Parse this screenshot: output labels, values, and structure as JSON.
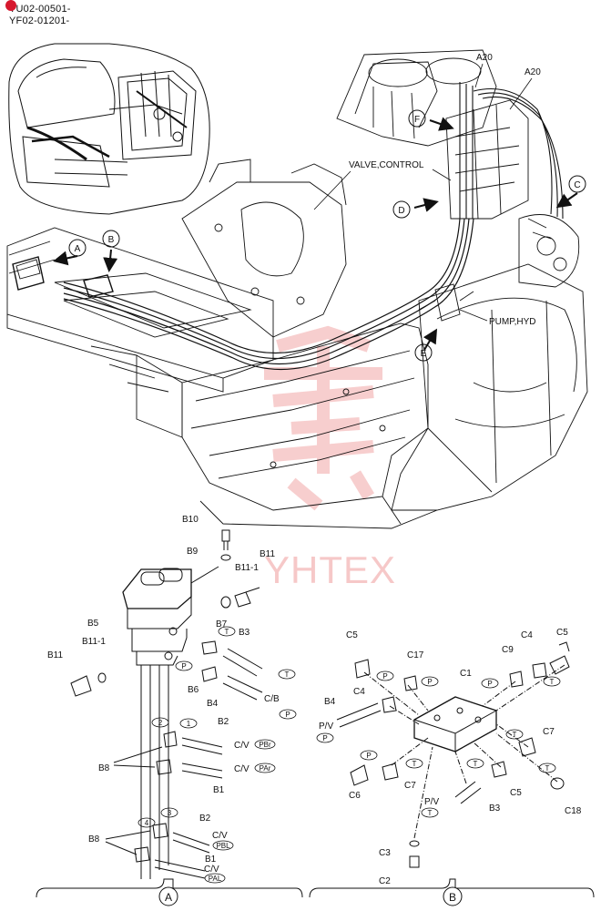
{
  "header": {
    "line1": "YU02-00501-",
    "line2": "YF02-01201-"
  },
  "overview": {
    "labels": {
      "a20_left": "A20",
      "a20_right": "A20",
      "valve_control": "VALVE,CONTROL",
      "pump_hyd": "PUMP,HYD"
    },
    "callouts": [
      "A",
      "B",
      "C",
      "D",
      "E",
      "F"
    ]
  },
  "detail_a": {
    "parts": {
      "b10": "B10",
      "b9": "B9",
      "b11_top": "B11",
      "b11_1_top": "B11-1",
      "b5": "B5",
      "b7": "B7",
      "b3": "B3",
      "b11_left": "B11",
      "b11_1_left": "B11-1",
      "b6": "B6",
      "b4": "B4",
      "cb": "C/B",
      "b2_top": "B2",
      "b8_top": "B8",
      "b1_top": "B1",
      "cv_pbr": "C/V",
      "cv_par": "C/V",
      "b8_bottom": "B8",
      "b2_bottom": "B2",
      "cv_pbl": "C/V",
      "b1_bottom": "B1",
      "cv_pal": "C/V"
    },
    "ports": {
      "t1": "T",
      "p1": "P",
      "t2": "T",
      "p2": "P",
      "pbr": "PBr",
      "par": "PAr",
      "pbl": "PBL",
      "pal": "PAL"
    },
    "port_numbers": [
      "2",
      "1",
      "4",
      "3"
    ],
    "section_letter": "A"
  },
  "detail_b": {
    "parts": {
      "c5_tl": "C5",
      "c17": "C17",
      "c1": "C1",
      "c9": "C9",
      "c4_tr": "C4",
      "c5_tr": "C5",
      "c4_left": "C4",
      "b4": "B4",
      "pv_left": "P/V",
      "c7_right": "C7",
      "c6": "C6",
      "c7_mid": "C7",
      "c5_br": "C5",
      "c18": "C18",
      "pv_bottom": "P/V",
      "b3": "B3",
      "c3": "C3",
      "c2": "C2"
    },
    "ports": {
      "p1": "P",
      "p2": "P",
      "p3": "P",
      "t1": "T",
      "p4": "P",
      "p5": "P",
      "t2": "T",
      "t3": "T",
      "t4": "T",
      "t5": "T",
      "t6": "T"
    },
    "section_letter": "B"
  },
  "watermark": "YHTEX"
}
